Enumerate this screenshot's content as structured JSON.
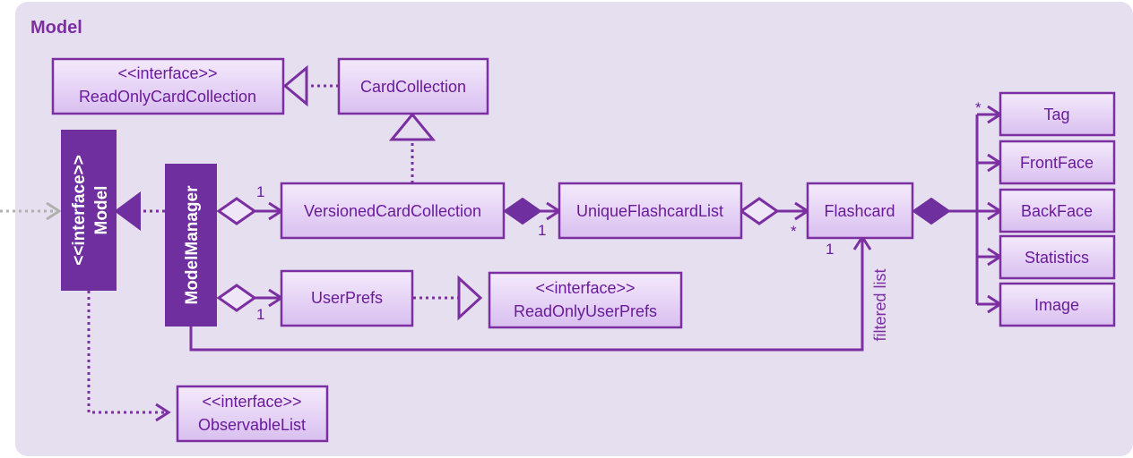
{
  "package": {
    "title": "Model"
  },
  "classes": {
    "read_only_card_collection": {
      "stereotype": "<<interface>>",
      "name": "ReadOnlyCardCollection"
    },
    "card_collection": {
      "name": "CardCollection"
    },
    "model_interface": {
      "stereotype": "<<interface>>",
      "name": "Model"
    },
    "model_manager": {
      "name": "ModelManager"
    },
    "versioned_card_collection": {
      "name": "VersionedCardCollection"
    },
    "unique_flashcard_list": {
      "name": "UniqueFlashcardList"
    },
    "flashcard": {
      "name": "Flashcard"
    },
    "user_prefs": {
      "name": "UserPrefs"
    },
    "read_only_user_prefs": {
      "stereotype": "<<interface>>",
      "name": "ReadOnlyUserPrefs"
    },
    "observable_list": {
      "stereotype": "<<interface>>",
      "name": "ObservableList"
    },
    "tag": {
      "name": "Tag"
    },
    "front_face": {
      "name": "FrontFace"
    },
    "back_face": {
      "name": "BackFace"
    },
    "statistics": {
      "name": "Statistics"
    },
    "image": {
      "name": "Image"
    }
  },
  "multiplicities": {
    "mm_to_vcc": "1",
    "vcc_to_ufl": "1",
    "ufl_to_flashcard": "*",
    "filtered_flashcard": "1",
    "flashcard_to_tag": "*",
    "mm_to_userprefs": "1"
  },
  "labels": {
    "filtered_list": "filtered list"
  },
  "colors": {
    "background": "#e6dff0",
    "box_fill_top": "#f3e8fb",
    "box_fill_bottom": "#dcc2ee",
    "line": "#7b2fa1",
    "dark_box": "#6f2f9f",
    "gray_arrow": "#b0b0b0"
  }
}
